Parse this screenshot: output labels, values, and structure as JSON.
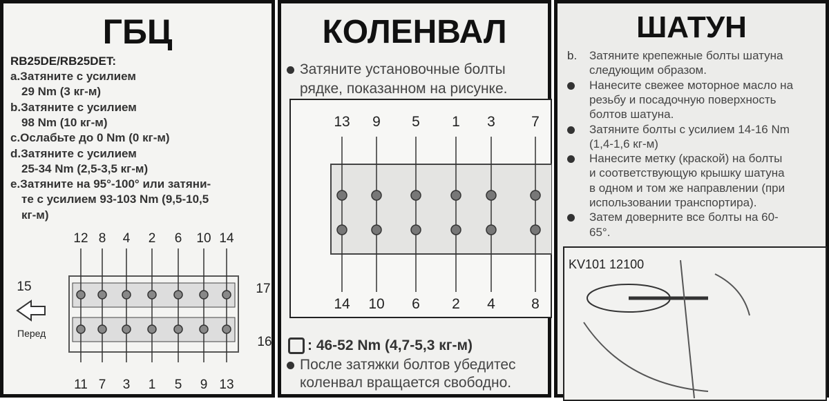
{
  "gbc": {
    "title": "ГБЦ",
    "model": "RB25DE/RB25DET:",
    "lines": [
      "a.Затяните с усилием",
      "29 Nm (3 кг-м)",
      "b.Затяните с усилием",
      "98 Nm (10 кг-м)",
      "c.Ослабьте до 0 Nm (0 кг-м)",
      "d.Затяните с усилием",
      "25-34 Nm (2,5-3,5 кг-м)",
      "e.Затяните на 95°-100° или затяни-",
      "те с усилием 93-103 Nm (9,5-10,5",
      "кг-м)"
    ],
    "top_numbers": [
      "12",
      "8",
      "4",
      "2",
      "6",
      "10",
      "14"
    ],
    "bottom_numbers": [
      "11",
      "7",
      "3",
      "1",
      "5",
      "9",
      "13"
    ],
    "side_left": "15",
    "side_right_top": "17",
    "side_right_bottom": "16",
    "front_label": "Перед"
  },
  "crank": {
    "title": "КОЛЕНВАЛ",
    "intro": [
      "Затяните установочные болты",
      "рядке, показанном на рисунке."
    ],
    "top_numbers": [
      "13",
      "9",
      "5",
      "1",
      "3",
      "7"
    ],
    "bottom_numbers": [
      "14",
      "10",
      "6",
      "2",
      "4",
      "8"
    ],
    "torque": ": 46-52 Nm (4,7-5,3 кг-м)",
    "after": [
      "После затяжки болтов убедитес",
      "коленвал вращается свободно."
    ]
  },
  "rod": {
    "title": "ШАТУН",
    "lines": [
      {
        "marker": "b.",
        "text": [
          "Затяните крепежные болты шатуна",
          "следующим образом."
        ]
      },
      {
        "marker": "•",
        "text": [
          "Нанесите свежее моторное масло на",
          "резьбу и посадочную поверхность",
          "болтов шатуна."
        ]
      },
      {
        "marker": "•",
        "text": [
          "Затяните болты с усилием 14-16 Nm",
          "(1,4-1,6 кг-м)"
        ]
      },
      {
        "marker": "•",
        "text": [
          "Нанесите метку (краской) на болты",
          "и соответствующую крышку шатуна",
          "в одном и том же направлении (при",
          "использовании транспортира)."
        ]
      },
      {
        "marker": "•",
        "text": [
          "Затем доверните все болты на 60-",
          "65°."
        ]
      }
    ],
    "tool_label": "KV101 12100"
  }
}
